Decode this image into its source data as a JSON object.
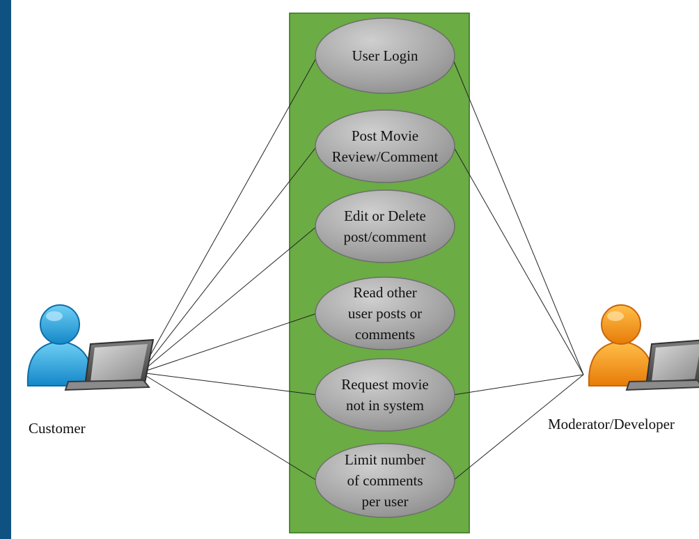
{
  "diagram": {
    "actors": [
      {
        "id": "customer",
        "label": "Customer",
        "color": "#2aa0d8"
      },
      {
        "id": "moderator",
        "label": "Moderator/Developer",
        "color": "#f28c10"
      }
    ],
    "use_cases": [
      {
        "id": "login",
        "lines": [
          "User Login"
        ]
      },
      {
        "id": "post",
        "lines": [
          "Post Movie",
          "Review/Comment"
        ]
      },
      {
        "id": "edit",
        "lines": [
          "Edit or Delete",
          "post/comment"
        ]
      },
      {
        "id": "read",
        "lines": [
          "Read other",
          "user posts or",
          "comments"
        ]
      },
      {
        "id": "request",
        "lines": [
          "Request movie",
          "not in system"
        ]
      },
      {
        "id": "limit",
        "lines": [
          "Limit number",
          "of comments",
          "per user"
        ]
      }
    ],
    "associations": {
      "customer": [
        "login",
        "post",
        "edit",
        "read",
        "request",
        "limit"
      ],
      "moderator": [
        "login",
        "post",
        "request",
        "limit"
      ]
    },
    "colors": {
      "system_fill": "#6bac45",
      "system_border": "#4a8a30",
      "use_case_fill": "#a8a8a8",
      "frame": "#0f5282"
    }
  }
}
